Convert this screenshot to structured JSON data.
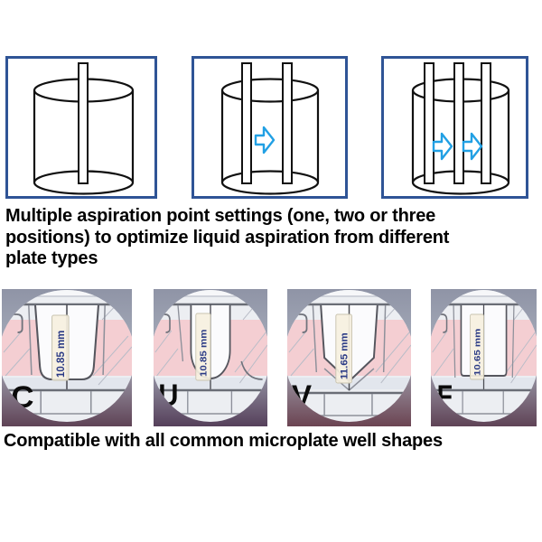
{
  "aspiration_section": {
    "caption_lines": [
      "Multiple aspiration point settings (one, two or three",
      "positions) to optimize liquid aspiration from different",
      "plate types"
    ],
    "box_border_color": "#2f5496",
    "arrow_color": "#21a0e4",
    "settings": [
      {
        "name": "one aspiration position",
        "tube_count": 1,
        "arrow_count": 0
      },
      {
        "name": "two aspiration positions",
        "tube_count": 2,
        "arrow_count": 1
      },
      {
        "name": "three aspiration positions",
        "tube_count": 3,
        "arrow_count": 2
      }
    ]
  },
  "well_section": {
    "caption": "Compatible with all common microplate well shapes",
    "measurement_text_color": "#2a3a85",
    "hatch_pink_color": "#f4ced2",
    "wells": [
      {
        "label": "C",
        "depth": "10.85 mm",
        "shape": "c-bottom"
      },
      {
        "label": "U",
        "depth": "10.85 mm",
        "shape": "u-bottom"
      },
      {
        "label": "V",
        "depth": "11.65 mm",
        "shape": "v-bottom"
      },
      {
        "label": "F",
        "depth": "10.65 mm",
        "shape": "f-bottom"
      }
    ]
  }
}
